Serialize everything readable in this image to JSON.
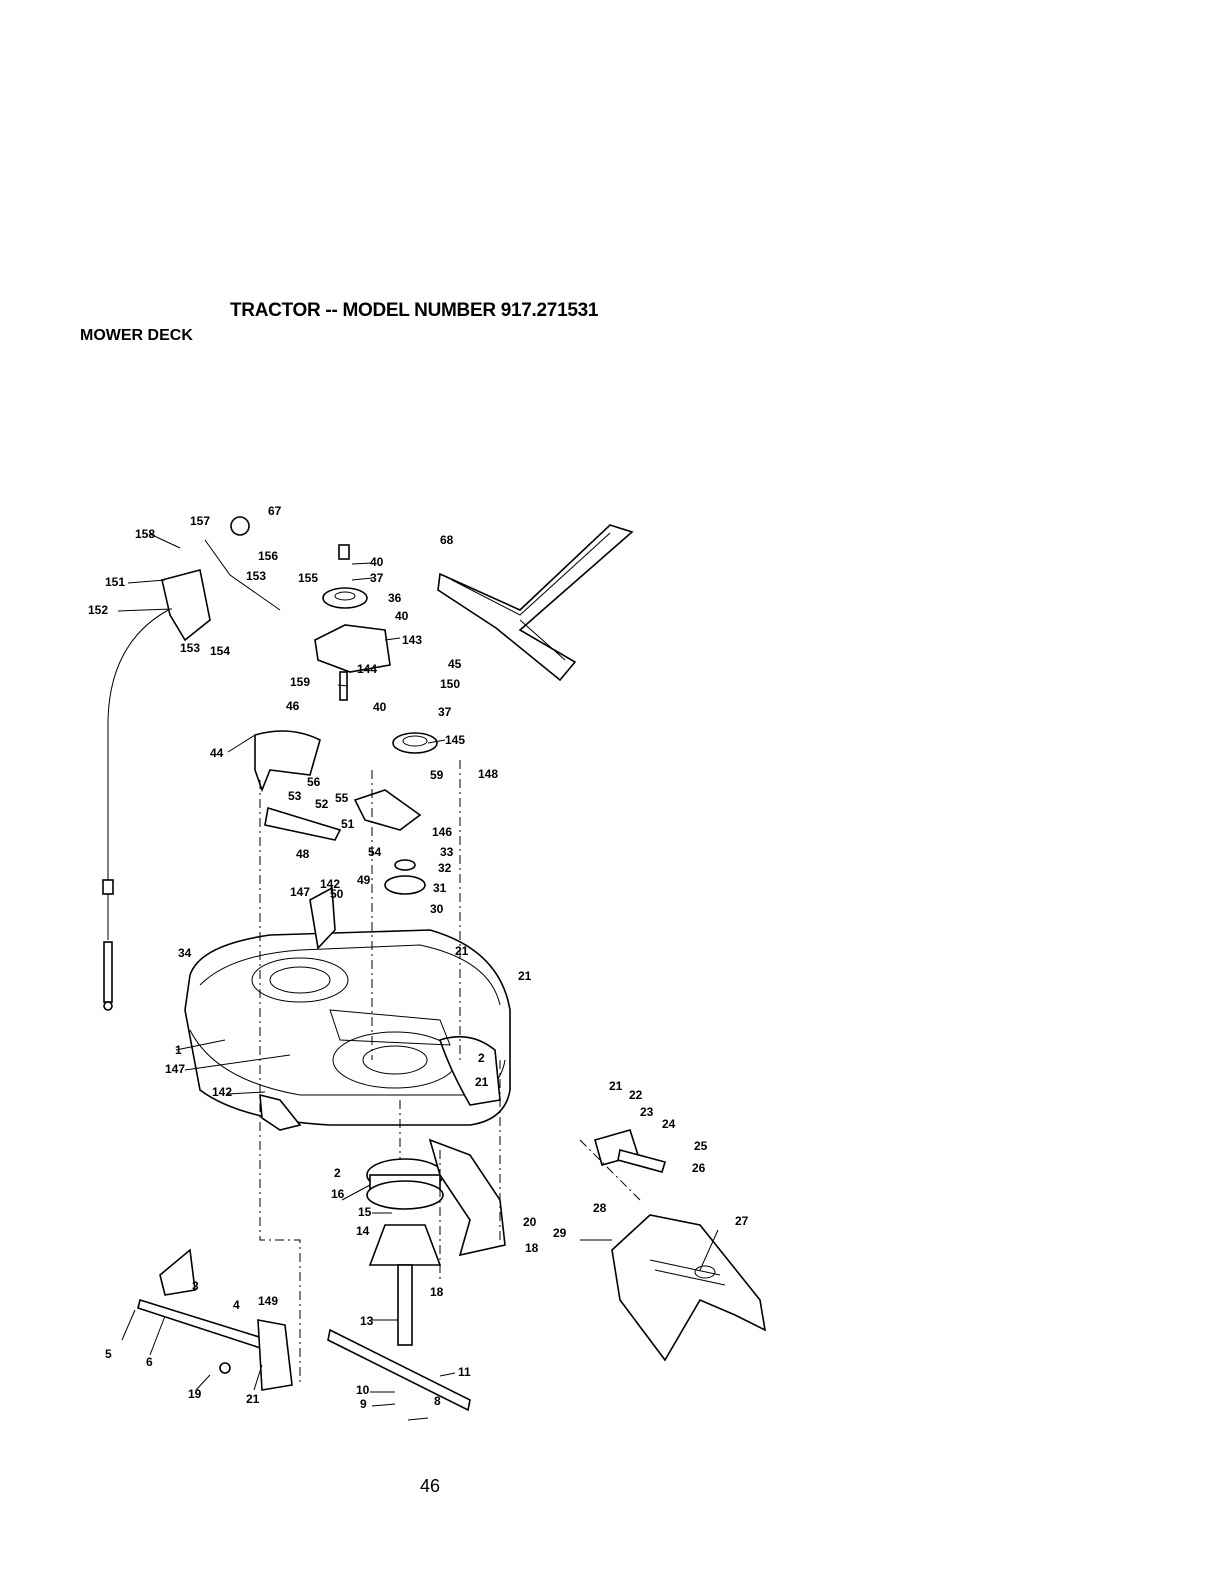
{
  "header": {
    "title": "TRACTOR -- MODEL NUMBER 917.271531",
    "section": "MOWER DECK"
  },
  "footer": {
    "page_number": "46"
  },
  "callouts": [
    "158",
    "157",
    "67",
    "151",
    "152",
    "153",
    "154",
    "156",
    "153",
    "155",
    "40",
    "37",
    "36",
    "40",
    "143",
    "144",
    "68",
    "159",
    "45",
    "150",
    "40",
    "37",
    "145",
    "46",
    "44",
    "56",
    "55",
    "59",
    "148",
    "53",
    "52",
    "51",
    "146",
    "48",
    "54",
    "33",
    "32",
    "49",
    "50",
    "31",
    "147",
    "142",
    "30",
    "34",
    "21",
    "21",
    "1",
    "147",
    "2",
    "21",
    "142",
    "21",
    "22",
    "23",
    "24",
    "2",
    "25",
    "16",
    "26",
    "15",
    "20",
    "28",
    "27",
    "14",
    "29",
    "18",
    "18",
    "3",
    "4",
    "149",
    "13",
    "11",
    "5",
    "6",
    "19",
    "21",
    "10",
    "9",
    "8"
  ]
}
